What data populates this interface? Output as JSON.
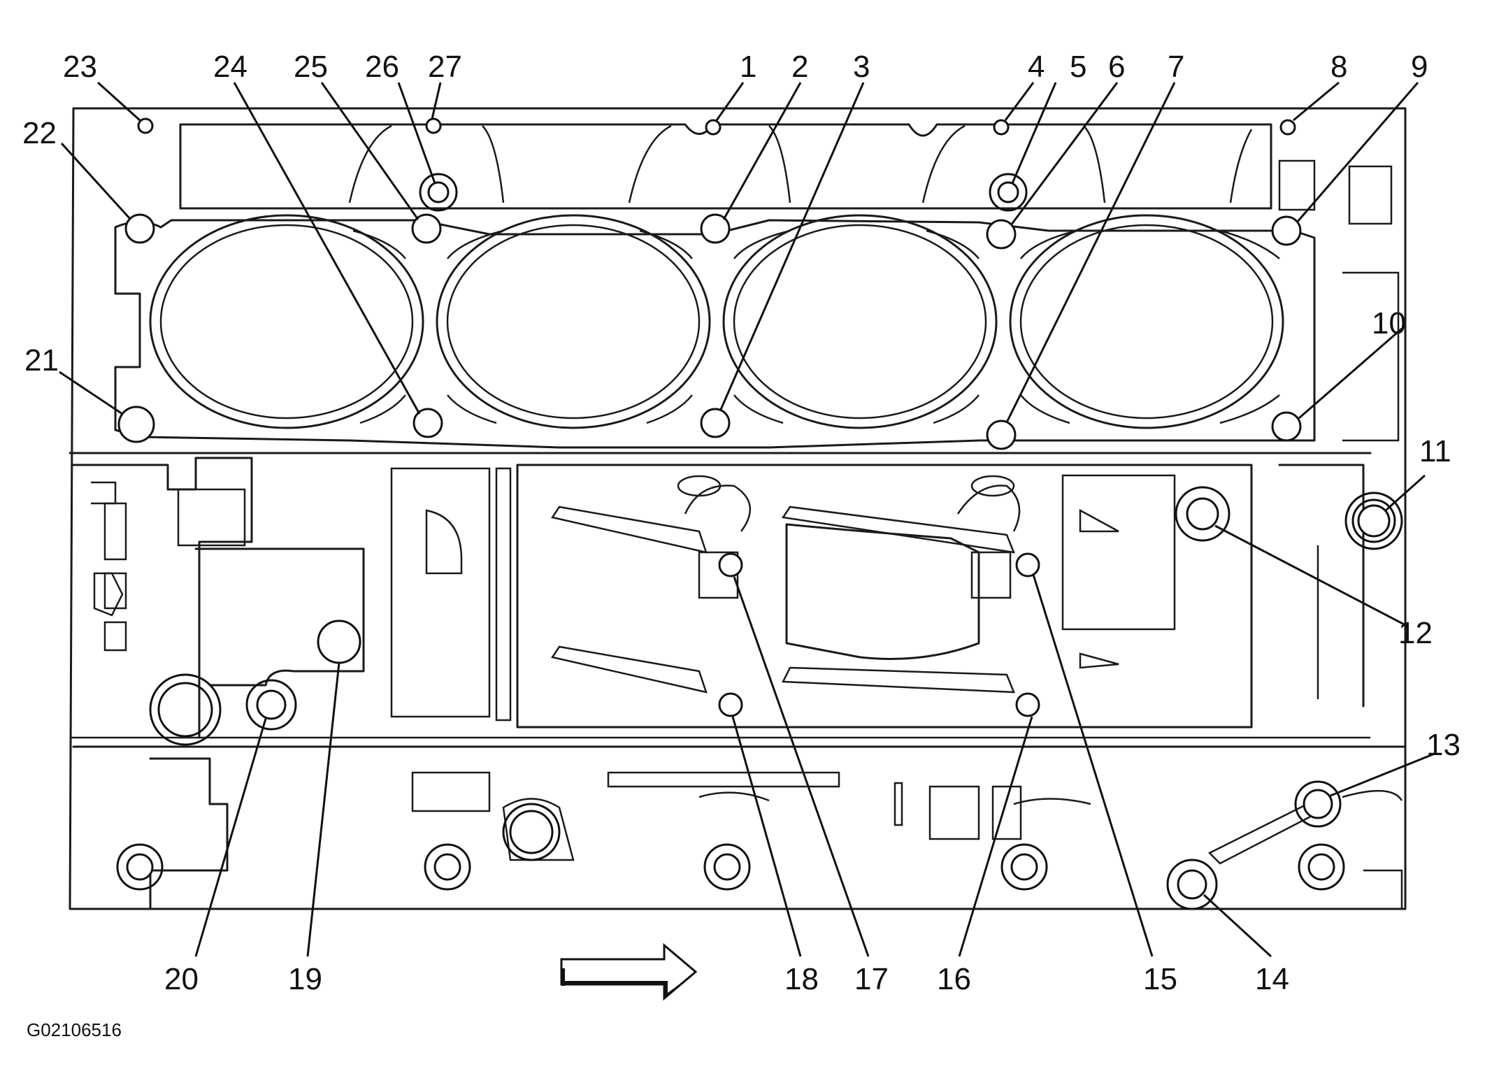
{
  "figure_id": "G02106516",
  "callouts": {
    "n1": "1",
    "n2": "2",
    "n3": "3",
    "n4": "4",
    "n5": "5",
    "n6": "6",
    "n7": "7",
    "n8": "8",
    "n9": "9",
    "n10": "10",
    "n11": "11",
    "n12": "12",
    "n13": "13",
    "n14": "14",
    "n15": "15",
    "n16": "16",
    "n17": "17",
    "n18": "18",
    "n19": "19",
    "n20": "20",
    "n21": "21",
    "n22": "22",
    "n23": "23",
    "n24": "24",
    "n25": "25",
    "n26": "26",
    "n27": "27"
  },
  "arrow_icon": "right-arrow-icon"
}
